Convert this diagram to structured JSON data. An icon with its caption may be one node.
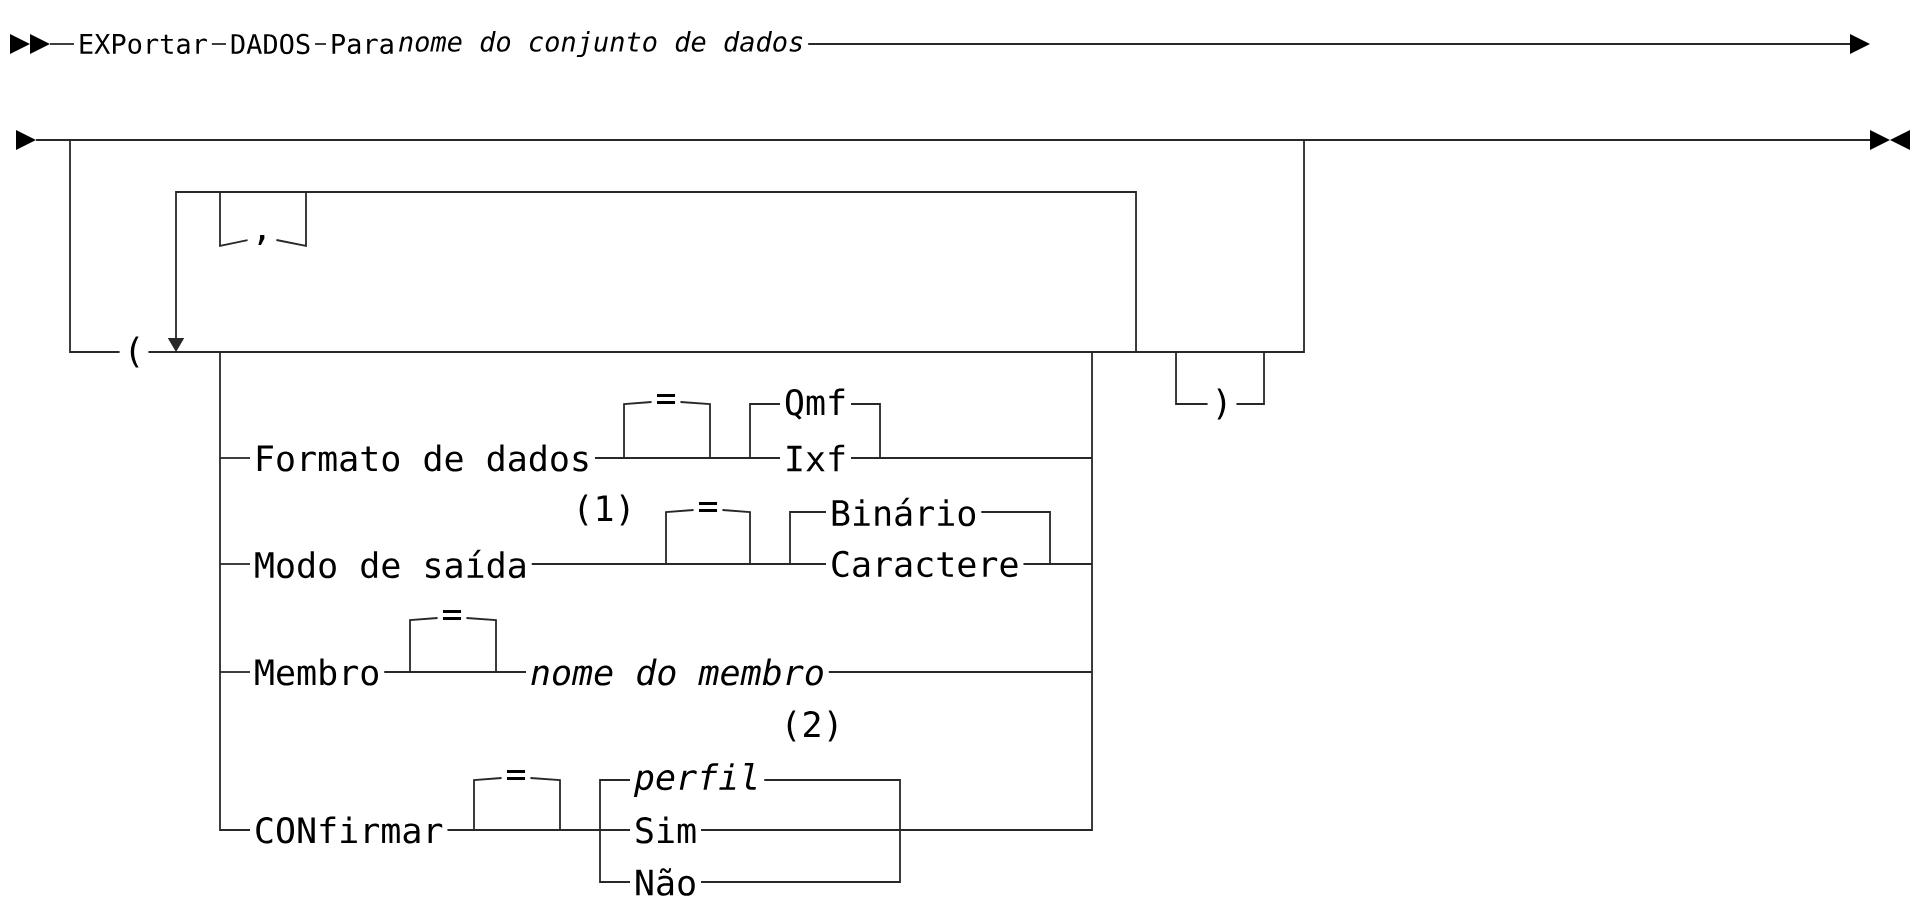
{
  "diagram": {
    "labels": [
      "EXPortar",
      "DADOS",
      "Para",
      "nome do conjunto de dados",
      ",",
      "(",
      ")",
      "=",
      "Qmf",
      "Formato de dados",
      "Ixf",
      "(1)",
      "=",
      "Binário",
      "Modo de saída",
      "Caractere",
      "=",
      "Membro",
      "nome do membro",
      "(2)",
      "=",
      "perfil",
      "CONfirmar",
      "Sim",
      "Não"
    ]
  }
}
